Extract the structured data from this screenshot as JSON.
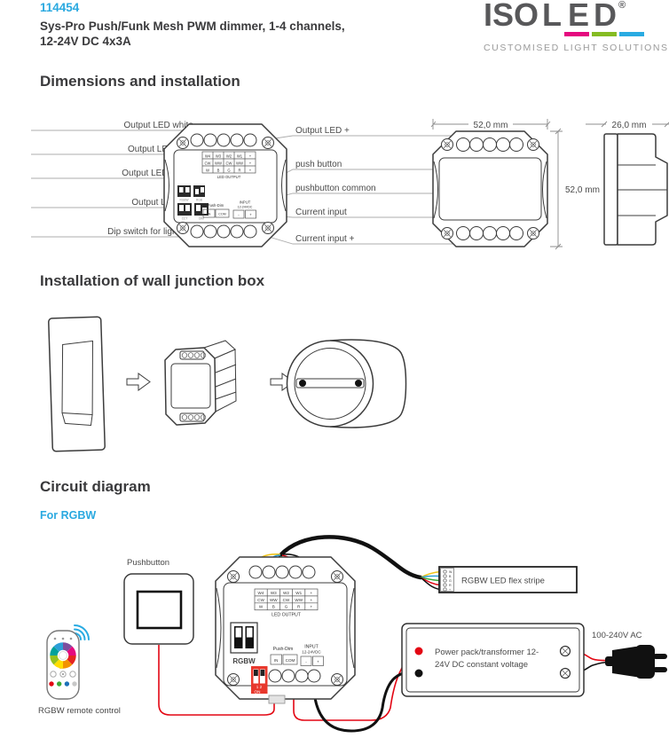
{
  "page": {
    "article_number": "114454",
    "title_line1": "Sys-Pro Push/Funk Mesh PWM dimmer, 1-4 channels,",
    "title_line2": "12-24V DC 4x3A"
  },
  "logo": {
    "iso": "ISO",
    "l": "L",
    "e": "E",
    "d": "D",
    "registered": "®",
    "tagline": "CUSTOMISED LIGHT SOLUTIONS",
    "bar_colors": {
      "l": "#e5097f",
      "e": "#85bc22",
      "d": "#29abe2"
    },
    "accent_color": "#29abe2"
  },
  "headings": {
    "dimensions": "Dimensions and installation",
    "installation": "Installation of wall junction box",
    "circuit": "Circuit diagram",
    "circuit_sub": "For RGBW"
  },
  "dimension_labels": {
    "left": [
      "Output LED white -",
      "Output LED blue -",
      "Output LED green -",
      "Output LED red -",
      "Dip switch for light type"
    ],
    "right": [
      "Output LED +",
      "push button",
      "pushbutton common",
      "Current input",
      "Current input +"
    ]
  },
  "measurements": {
    "width": "52,0 mm",
    "height": "52,0 mm",
    "depth": "26,0 mm"
  },
  "device": {
    "terminal_rows": [
      [
        "W4",
        "W3",
        "W2",
        "W1",
        "+"
      ],
      [
        "CW",
        "WW",
        "CW",
        "WW",
        "+"
      ],
      [
        "W",
        "B",
        "G",
        "R",
        "+"
      ]
    ],
    "led_output": "LED OUTPUT",
    "push_dim": "Push-Dim",
    "in_label": "IN",
    "com_label": "COM",
    "input_label": "INPUT",
    "input_voltage": "12-24VDC",
    "minus": "-",
    "plus": "+",
    "dip_type_labels": [
      "RGBW",
      "RGB",
      "CCT",
      "DIM"
    ]
  },
  "circuit": {
    "pushbutton": "Pushbutton",
    "remote": "RGBW remote control",
    "rgbw_dip": "RGBW",
    "dip_numbers": "1 2",
    "dip_on": "ON",
    "stripe": "RGBW LED flex stripe",
    "stripe_terminals": [
      "W",
      "B",
      "G",
      "R",
      "+"
    ],
    "power_line1": "Power pack/transformer 12-",
    "power_line2": "24V DC constant voltage",
    "ac": "100-240V AC",
    "wire_colors": {
      "white_ch": "#f0c419",
      "blue_ch": "#2d9fd8",
      "green_ch": "#3aaa35",
      "red_ch": "#e30613",
      "common": "#111111"
    }
  }
}
